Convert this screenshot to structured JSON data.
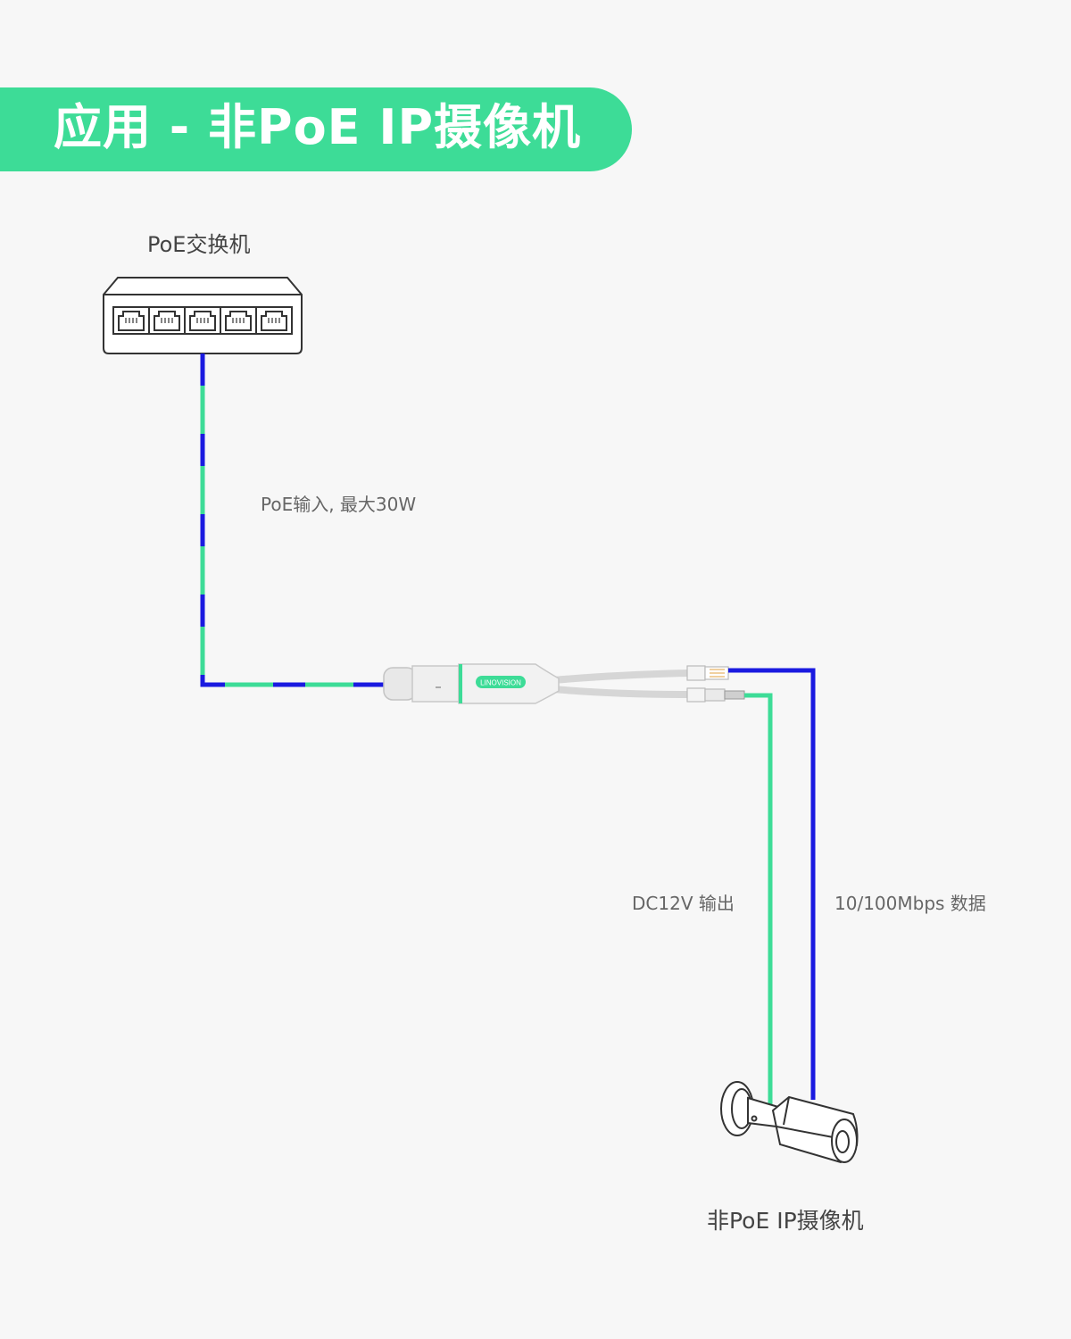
{
  "title": "应用 - 非PoE IP摄像机",
  "nodes": {
    "switch": "PoE交换机",
    "splitter_logo": "LINOVISION",
    "camera": "非PoE IP摄像机"
  },
  "edges": {
    "poe_input": "PoE输入, 最大30W",
    "dc_output": "DC12V 输出",
    "data_output": "10/100Mbps 数据"
  },
  "colors": {
    "accent_green": "#3ddc97",
    "cable_blue": "#1a1ae0",
    "cable_green": "#3ddc97",
    "outline": "#333333"
  }
}
